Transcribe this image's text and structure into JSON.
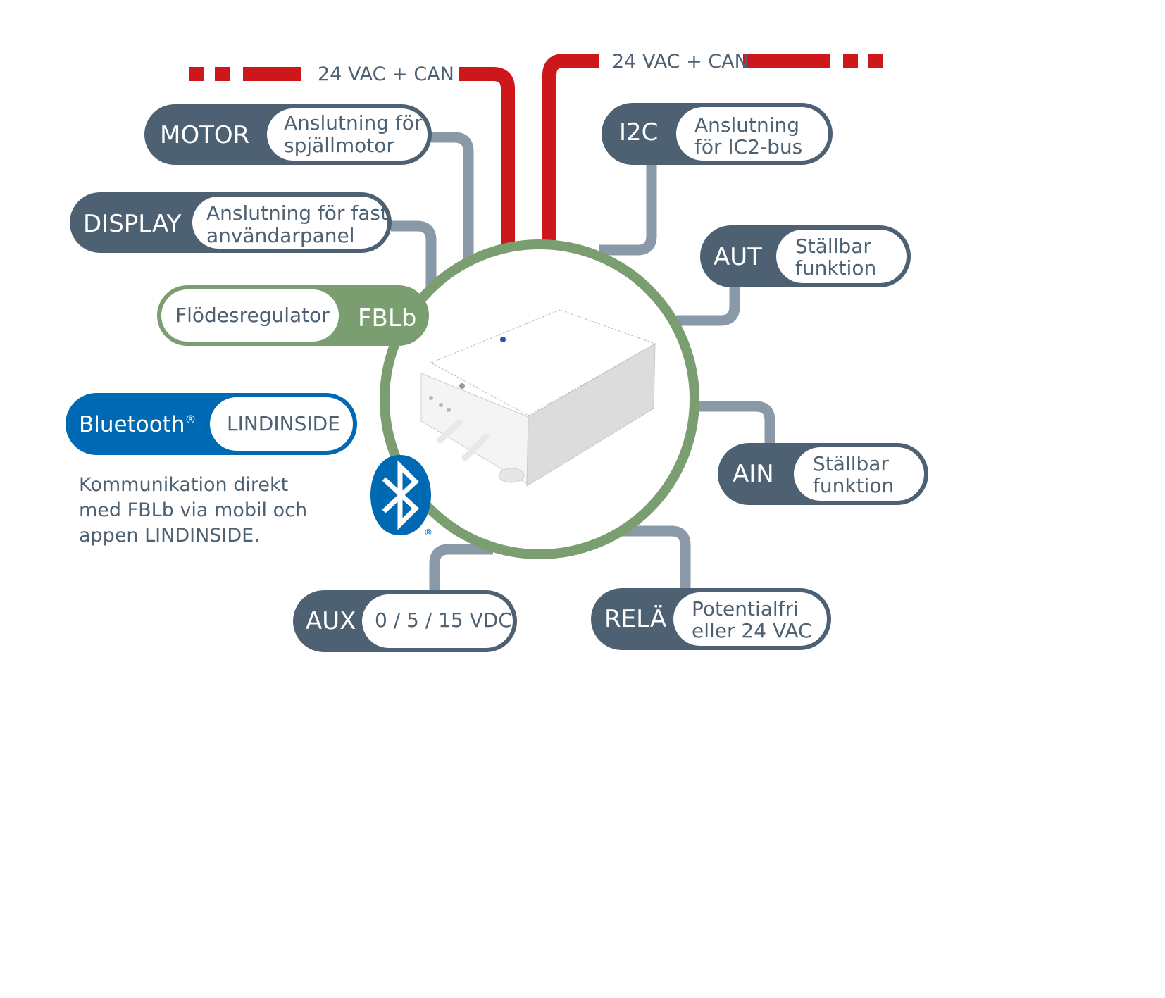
{
  "colors": {
    "red_bus": "#cd171a",
    "connector_grey": "#8a99a7",
    "pill_dark": "#4d6172",
    "fblb_green": "#7a9e6f",
    "bluetooth_blue": "#0069b4",
    "text_dark": "#4d6172",
    "white": "#ffffff"
  },
  "bus": {
    "left_label": "24 VAC + CAN",
    "right_label": "24 VAC + CAN"
  },
  "connectors": {
    "motor": {
      "tag": "MOTOR",
      "desc_line1": "Anslutning för",
      "desc_line2": "spjällmotor"
    },
    "display": {
      "tag": "DISPLAY",
      "desc_line1": "Anslutning för fast",
      "desc_line2": "användarpanel"
    },
    "i2c": {
      "tag": "I2C",
      "desc_line1": "Anslutning",
      "desc_line2": "för IC2-bus"
    },
    "aut": {
      "tag": "AUT",
      "desc_line1": "Ställbar",
      "desc_line2": "funktion"
    },
    "ain": {
      "tag": "AIN",
      "desc_line1": "Ställbar",
      "desc_line2": "funktion"
    },
    "aux": {
      "tag": "AUX",
      "desc": "0 / 5 / 15 VDC"
    },
    "rela": {
      "tag": "RELÄ",
      "desc_line1": "Potentialfri",
      "desc_line2": "eller 24 VAC"
    }
  },
  "device": {
    "tag": "FBLb",
    "desc": "Flödesregulator"
  },
  "bluetooth": {
    "tag": "Bluetooth",
    "reg_mark": "®",
    "app": "LINDINSIDE",
    "description_line1": "Kommunikation direkt",
    "description_line2": "med FBLb via mobil och",
    "description_line3": "appen LINDINSIDE.",
    "logo_reg_mark": "®"
  }
}
